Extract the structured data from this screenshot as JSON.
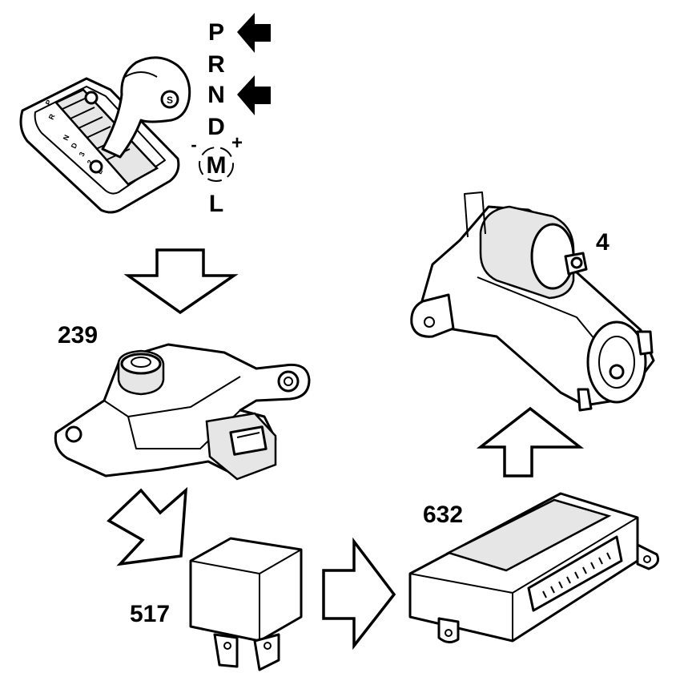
{
  "gear_positions": [
    "P",
    "R",
    "N",
    "D",
    "M",
    "L"
  ],
  "manual_minus": "-",
  "manual_plus": "+",
  "shifter_knob_letter": "S",
  "selector_window_letters": [
    "P",
    "R",
    "N",
    "D",
    "3",
    "2",
    "L"
  ],
  "components": {
    "starter_motor": "4",
    "selector_switch": "239",
    "relay": "517",
    "control_module": "632"
  },
  "colors": {
    "line": "#000000",
    "background": "#ffffff",
    "shading": "#e6e6e6"
  }
}
